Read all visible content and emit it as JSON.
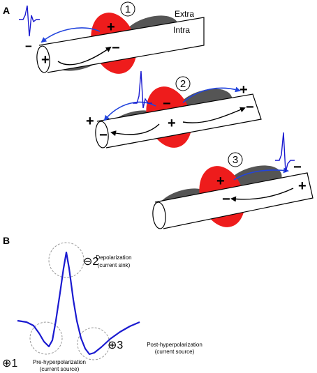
{
  "panel_a": {
    "label": "A",
    "extra_label": "Extra",
    "intra_label": "Intra",
    "steps": [
      {
        "number": "1",
        "sign_spike_side": "−",
        "sign_red": "+",
        "sign_red_inside": "−",
        "sign_end_cap": "+"
      },
      {
        "number": "2",
        "sign_left": "+",
        "sign_red": "−",
        "sign_right": "+",
        "sign_right_lower": "−",
        "sign_inside": "+",
        "sign_end_cap": "−"
      },
      {
        "number": "3",
        "sign_red": "+",
        "sign_right": "−",
        "sign_right_lower": "+",
        "sign_inside": "−"
      }
    ]
  },
  "panel_b": {
    "label": "B",
    "phases": [
      {
        "symbol": "⊖2",
        "title": "Depolarization",
        "subtitle": "(current sink)"
      },
      {
        "symbol": "⊕1",
        "title": "Pre-hyperpolarization",
        "subtitle": "(current source)"
      },
      {
        "symbol": "⊕3",
        "title": "Post-hyperpolarization",
        "subtitle": "(current source)"
      }
    ]
  },
  "colors": {
    "red_patch": "#ee1c1c",
    "dark_patch": "#555555",
    "current_blue": "#2244dd",
    "waveform_blue": "#1a1ad0"
  }
}
